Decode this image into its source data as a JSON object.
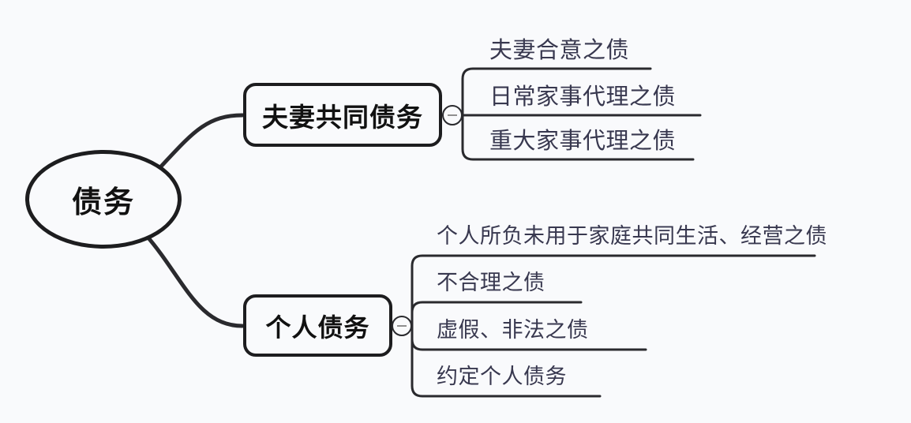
{
  "root": {
    "label": "债务"
  },
  "branches": [
    {
      "label": "夫妻共同债务",
      "children": [
        {
          "label": "夫妻合意之债"
        },
        {
          "label": "日常家事代理之债"
        },
        {
          "label": "重大家事代理之债"
        }
      ]
    },
    {
      "label": "个人债务",
      "children": [
        {
          "label": "个人所负未用于家庭共同生活、经营之债"
        },
        {
          "label": "不合理之债"
        },
        {
          "label": "虚假、非法之债"
        },
        {
          "label": "约定个人债务"
        }
      ]
    }
  ],
  "icons": {
    "collapse_toggle": "minus-in-circle"
  },
  "colors": {
    "background": "#f9fafc",
    "node_border": "#1d1d1f",
    "node_text": "#111111",
    "leaf_text": "#38384f",
    "line": "#2a2a2e",
    "collapse_minus": "#8f8f8f"
  }
}
